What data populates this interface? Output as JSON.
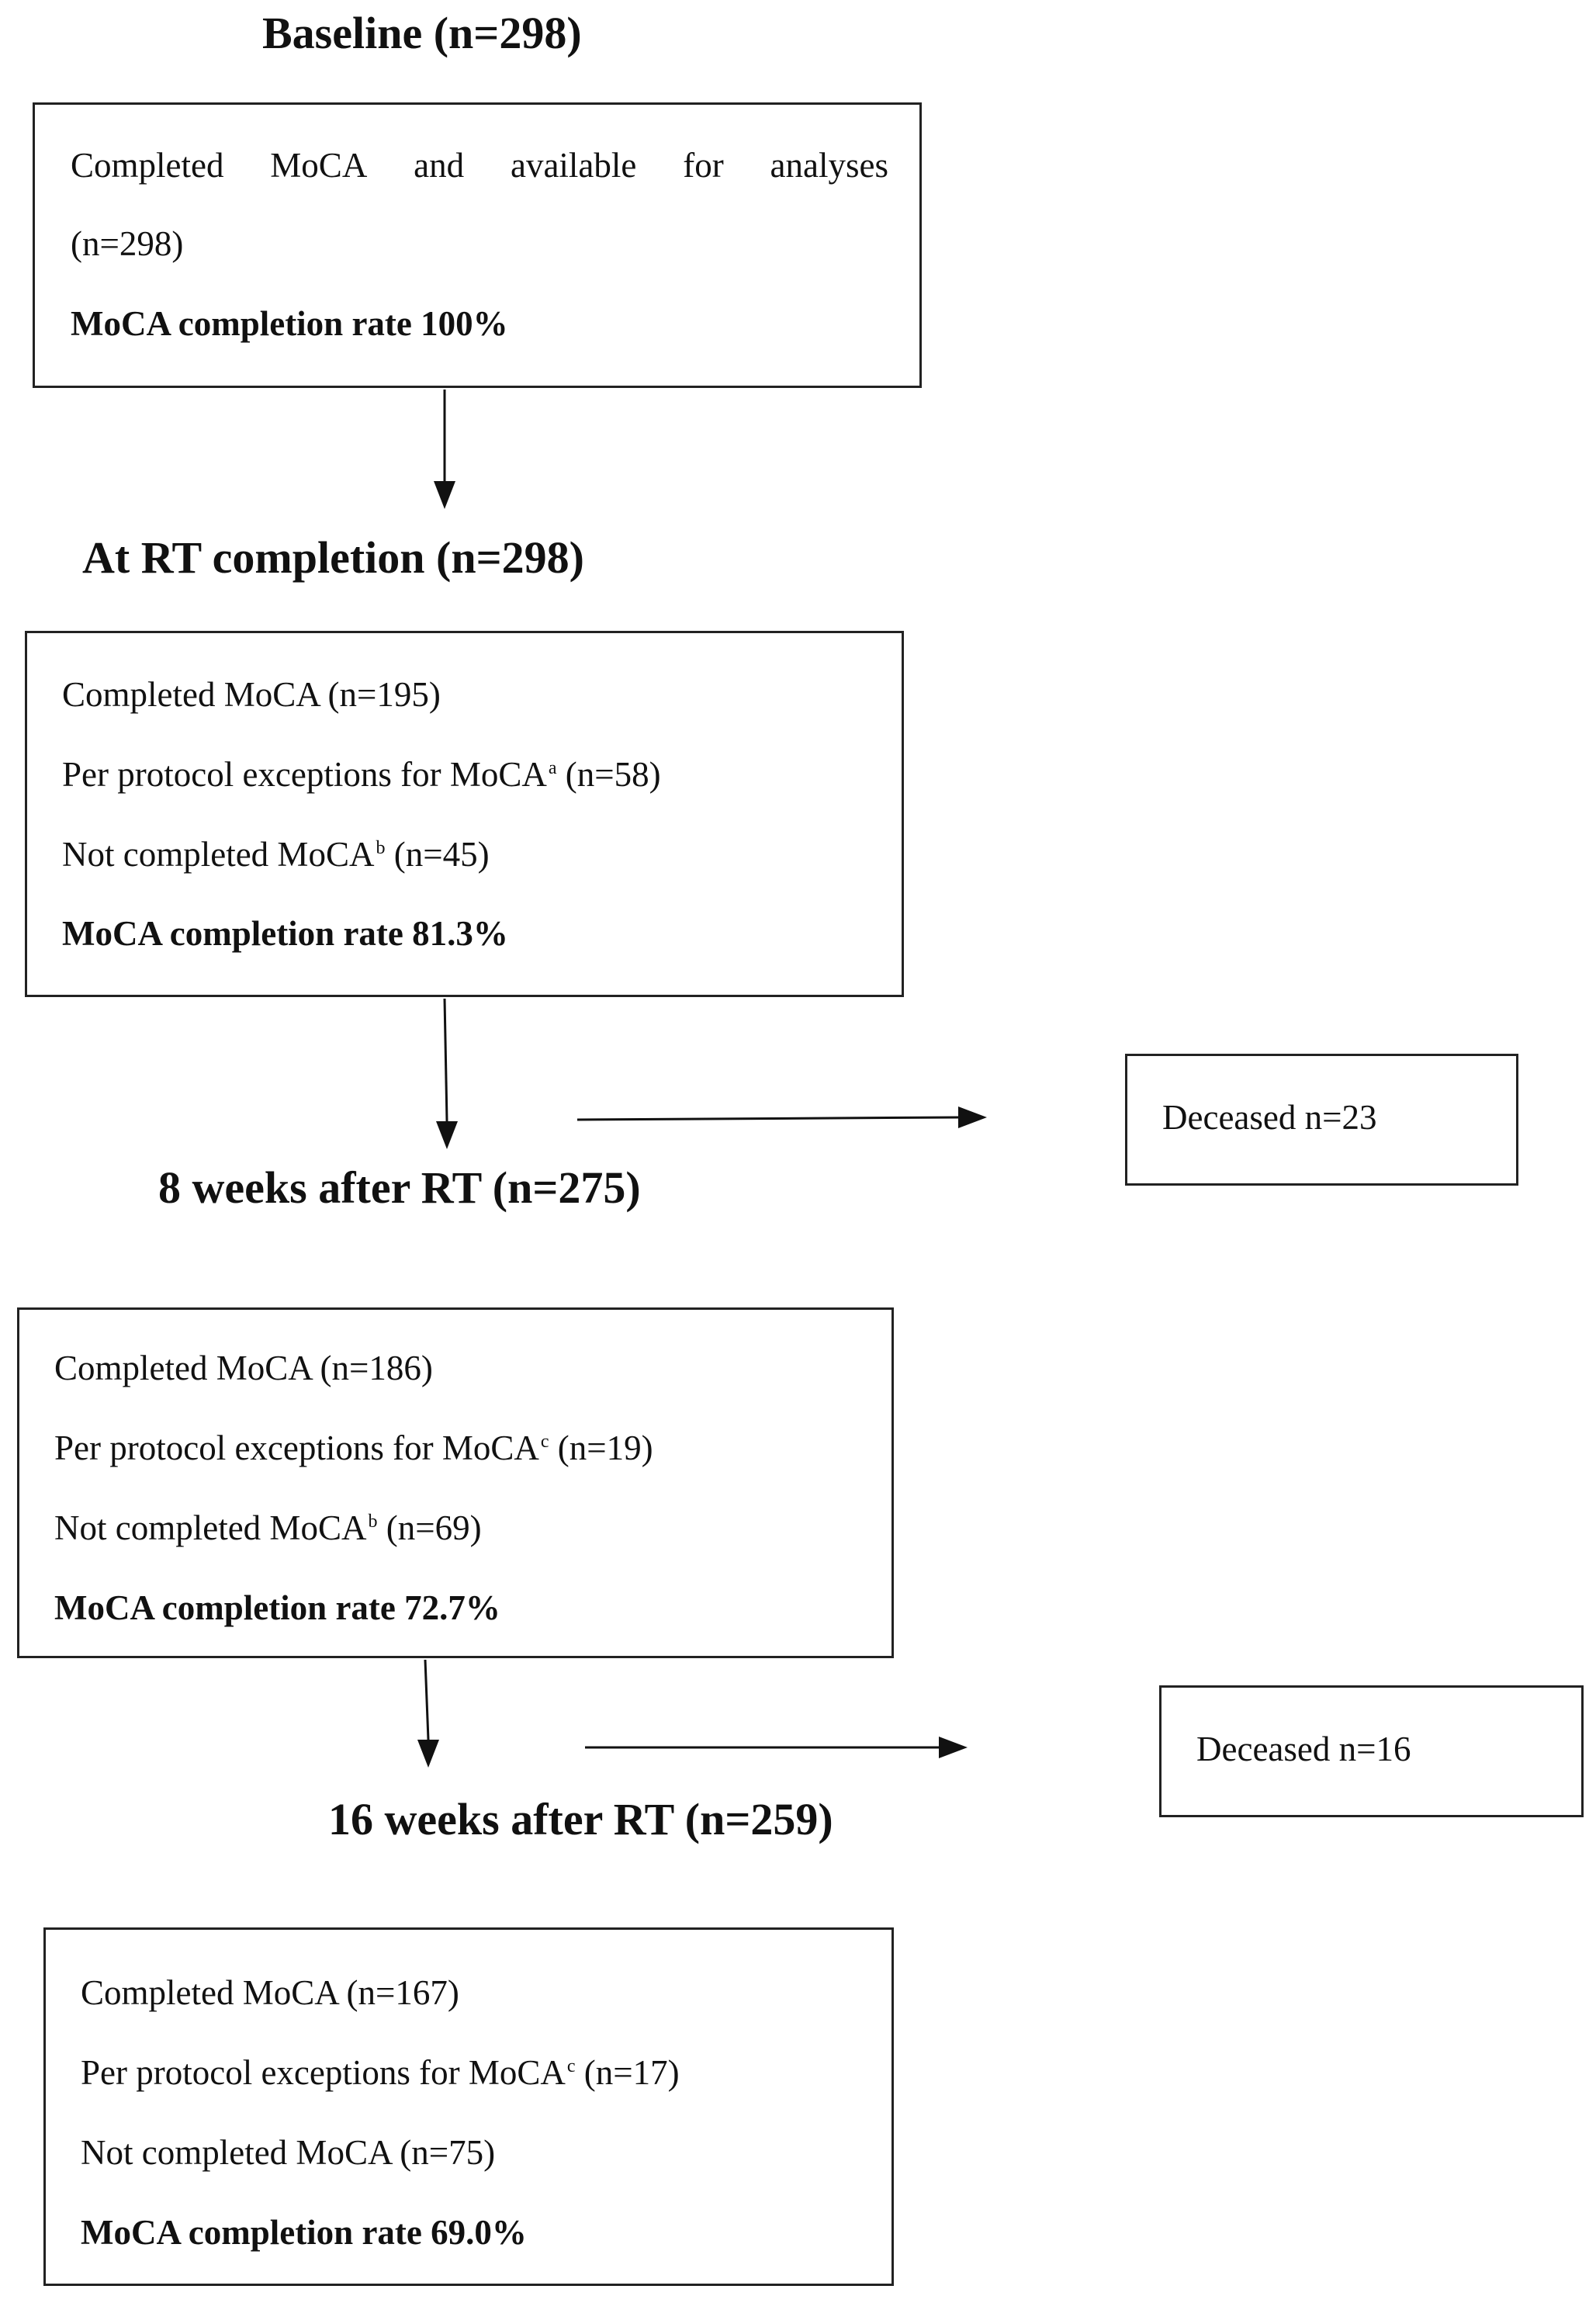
{
  "stages": [
    {
      "heading": "Baseline (n=298)",
      "lines": [
        {
          "words": [
            "Completed",
            "MoCA",
            "and",
            "available",
            "for",
            "analyses"
          ]
        },
        {
          "text": "(n=298)"
        },
        {
          "text": "MoCA completion rate 100%",
          "bold": true
        }
      ]
    },
    {
      "heading": "At RT completion (n=298)",
      "lines": [
        {
          "text": "Completed MoCA (n=195)"
        },
        {
          "pre": "Per protocol exceptions for MoCA",
          "sup": "a",
          "post": " (n=58)"
        },
        {
          "pre": "Not completed MoCA",
          "sup": "b",
          "post": " (n=45)"
        },
        {
          "text": "MoCA completion rate 81.3%",
          "bold": true
        }
      ]
    },
    {
      "heading": "8 weeks after RT (n=275)",
      "lines": [
        {
          "text": "Completed MoCA (n=186)"
        },
        {
          "pre": "Per protocol exceptions for MoCA",
          "sup": "c",
          "post": " (n=19)"
        },
        {
          "pre": "Not completed MoCA",
          "sup": "b",
          "post": " (n=69)"
        },
        {
          "text": "MoCA completion rate 72.7%",
          "bold": true
        }
      ]
    },
    {
      "heading": "16 weeks after RT (n=259)",
      "lines": [
        {
          "text": "Completed MoCA (n=167)"
        },
        {
          "pre": "Per protocol exceptions for MoCA",
          "sup": "c",
          "post": " (n=17)"
        },
        {
          "text": "Not completed MoCA (n=75)"
        },
        {
          "text": "MoCA completion rate 69.0%",
          "bold": true
        }
      ]
    }
  ],
  "deceased": [
    {
      "text": "Deceased n=23"
    },
    {
      "text": "Deceased n=16"
    }
  ]
}
